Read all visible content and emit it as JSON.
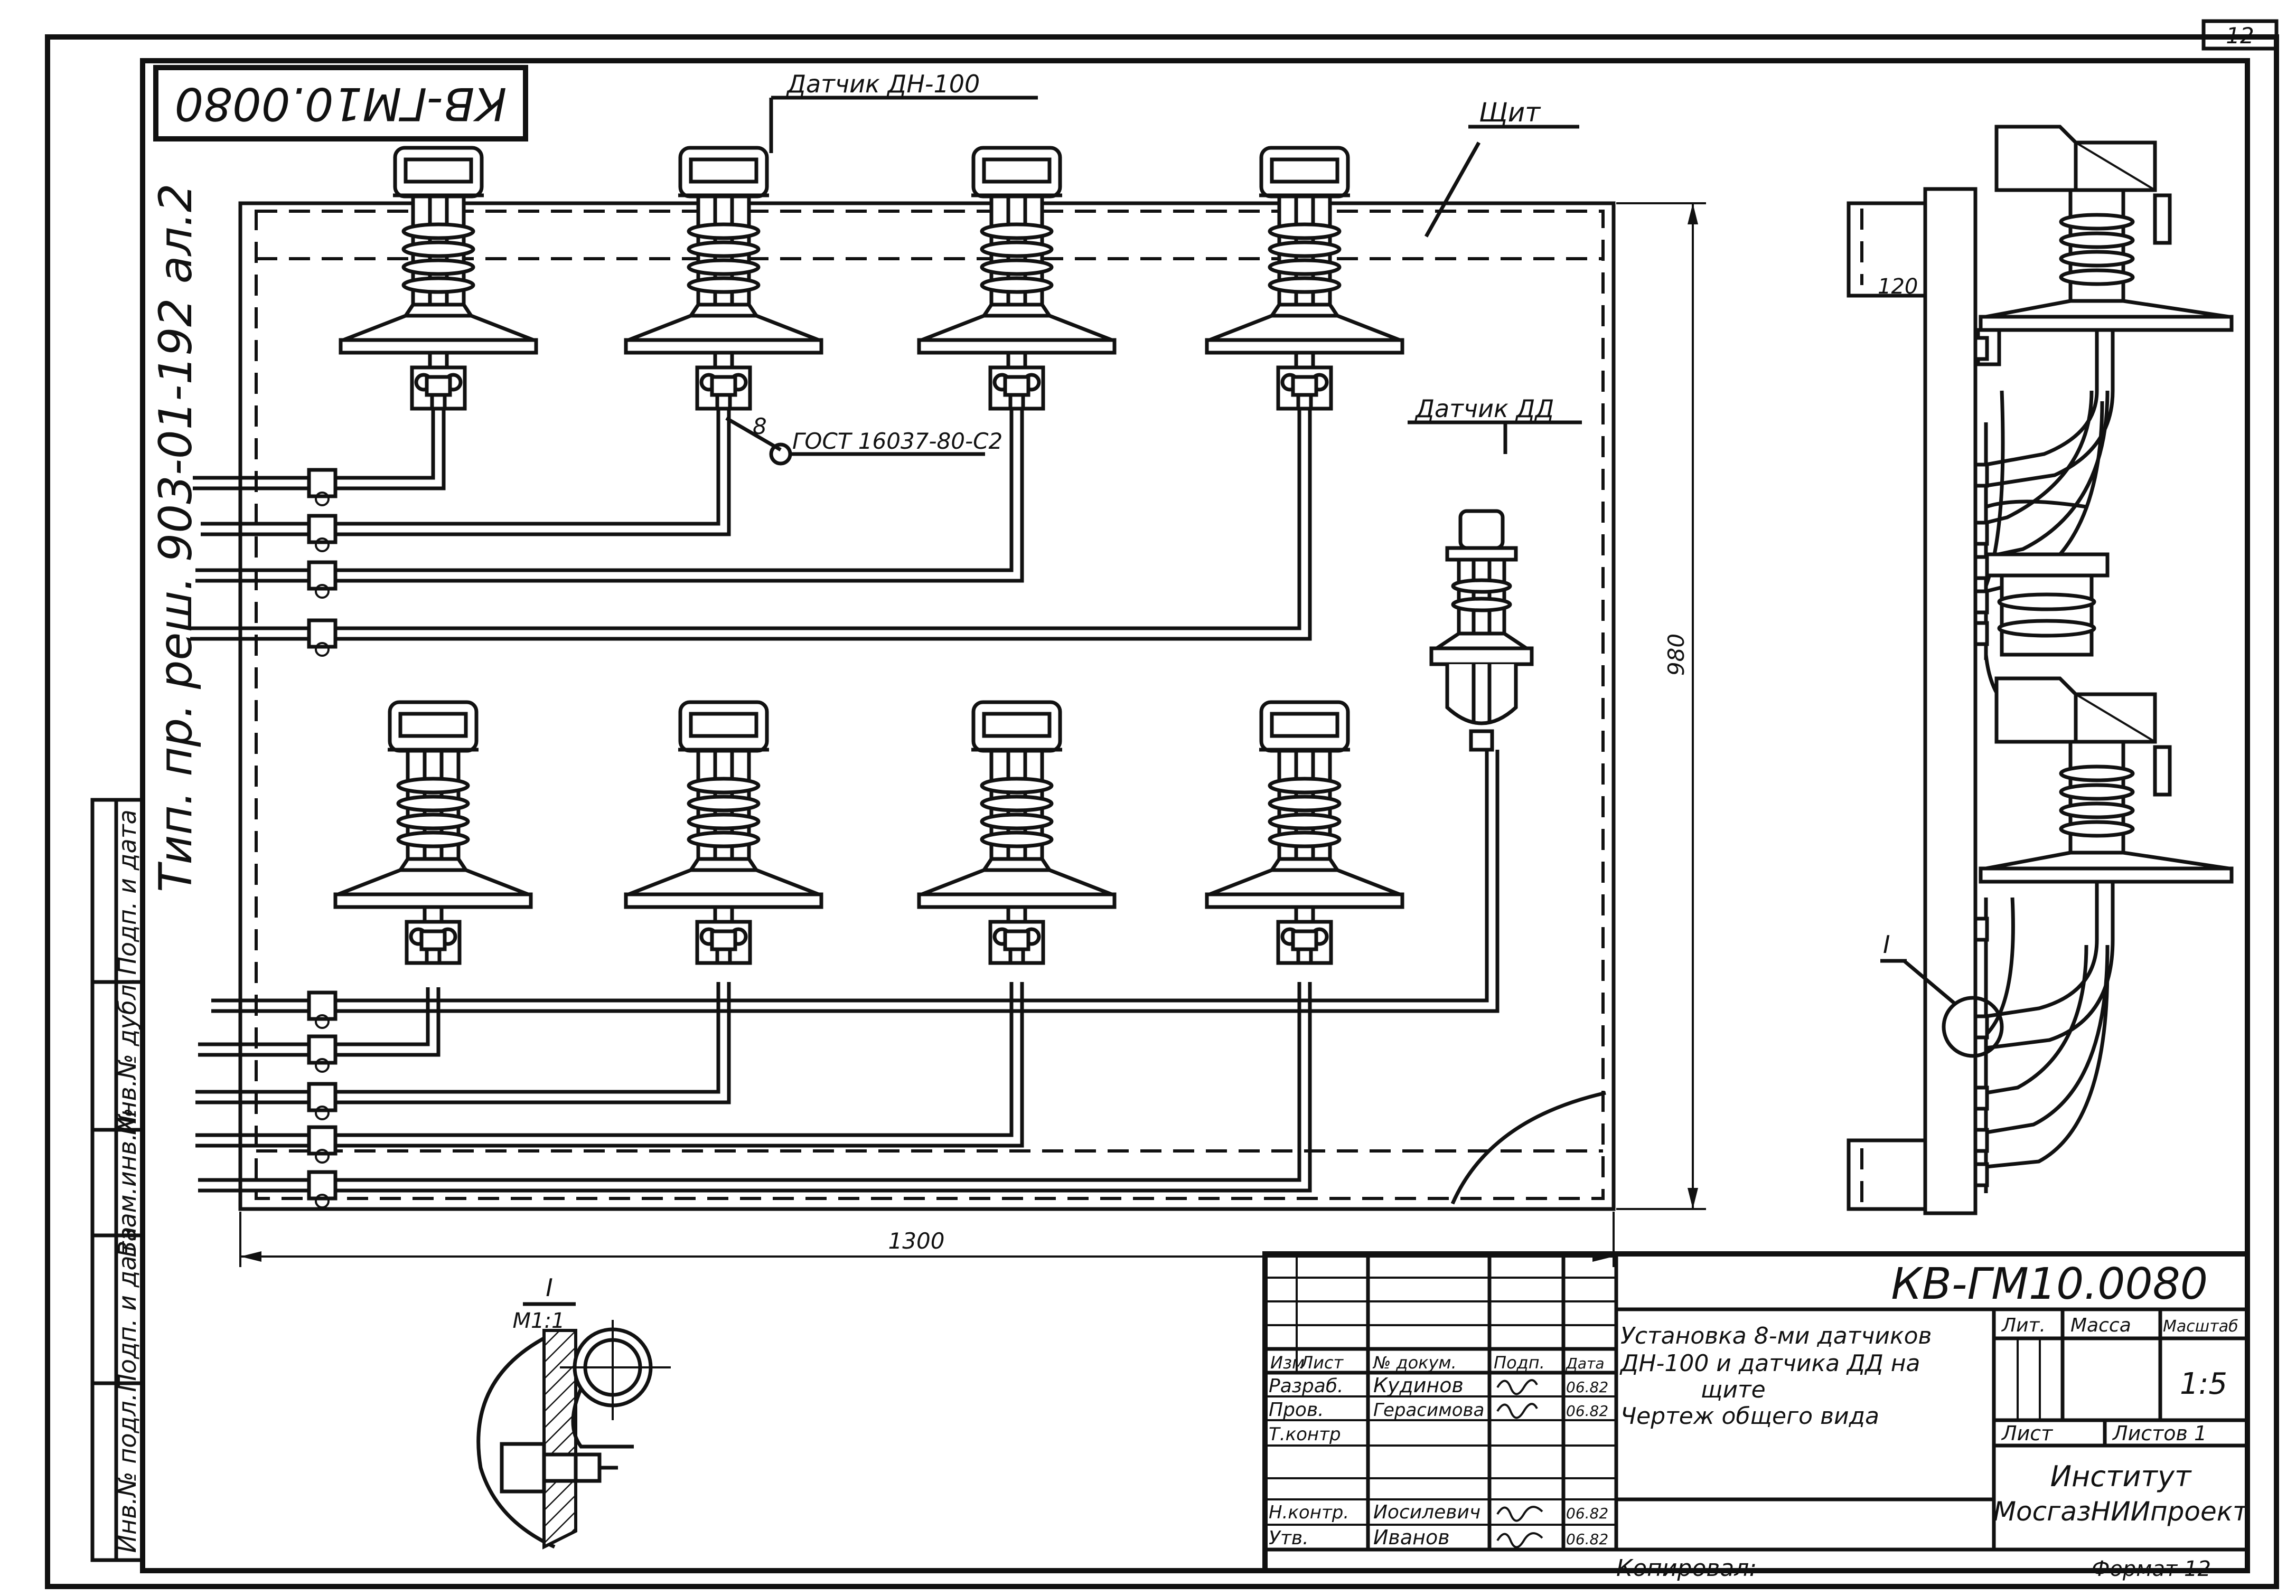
{
  "sheet": {
    "page_number": "12",
    "doc_code_top": "КВ-ГМ10.0080",
    "side_note": "Тип. пр. реш. 903-01-192 ал.2",
    "format_note": "Формат 12",
    "copied_label": "Копировал:"
  },
  "labels": {
    "sensor_dn": "Датчик ДН-100",
    "sensor_dd": "Датчик ДД",
    "panel": "Щит",
    "gost_ref": "ГОСТ 16037-80-С2",
    "weld_num": "8",
    "dim_width": "1300",
    "dim_height": "980",
    "dim_offset": "120",
    "detail_mark": "I",
    "detail_scale": "М1:1"
  },
  "left_strip": [
    "Инв.№ подл.",
    "Подп. и дата",
    "Взам.инв.№",
    "Инв.№ дубл.",
    "Подп. и дата"
  ],
  "title_block": {
    "code": "КВ-ГМ10.0080",
    "title_lines": [
      "Установка 8-ми датчиков",
      "ДН-100 и датчика ДД на",
      "щите",
      "Чертеж общего вида"
    ],
    "col_headers": [
      "Изм",
      "Лист",
      "№ докум.",
      "Подп.",
      "Дата"
    ],
    "rows": [
      {
        "role": "Разраб.",
        "name": "Кудинов",
        "date": "06.82"
      },
      {
        "role": "Пров.",
        "name": "Герасимова",
        "date": "06.82"
      },
      {
        "role": "Т.контр",
        "name": "",
        "date": ""
      },
      {
        "role": "Н.контр.",
        "name": "Иосилевич",
        "date": "06.82"
      },
      {
        "role": "Утв.",
        "name": "Иванов",
        "date": "06.82"
      }
    ],
    "lit_label": "Лит.",
    "mass_label": "Масса",
    "scale_label": "Масштаб",
    "scale_value": "1:5",
    "sheet_label": "Лист",
    "sheets_label": "Листов 1",
    "org_line1": "Институт",
    "org_line2": "МосгазНИИпроект"
  }
}
